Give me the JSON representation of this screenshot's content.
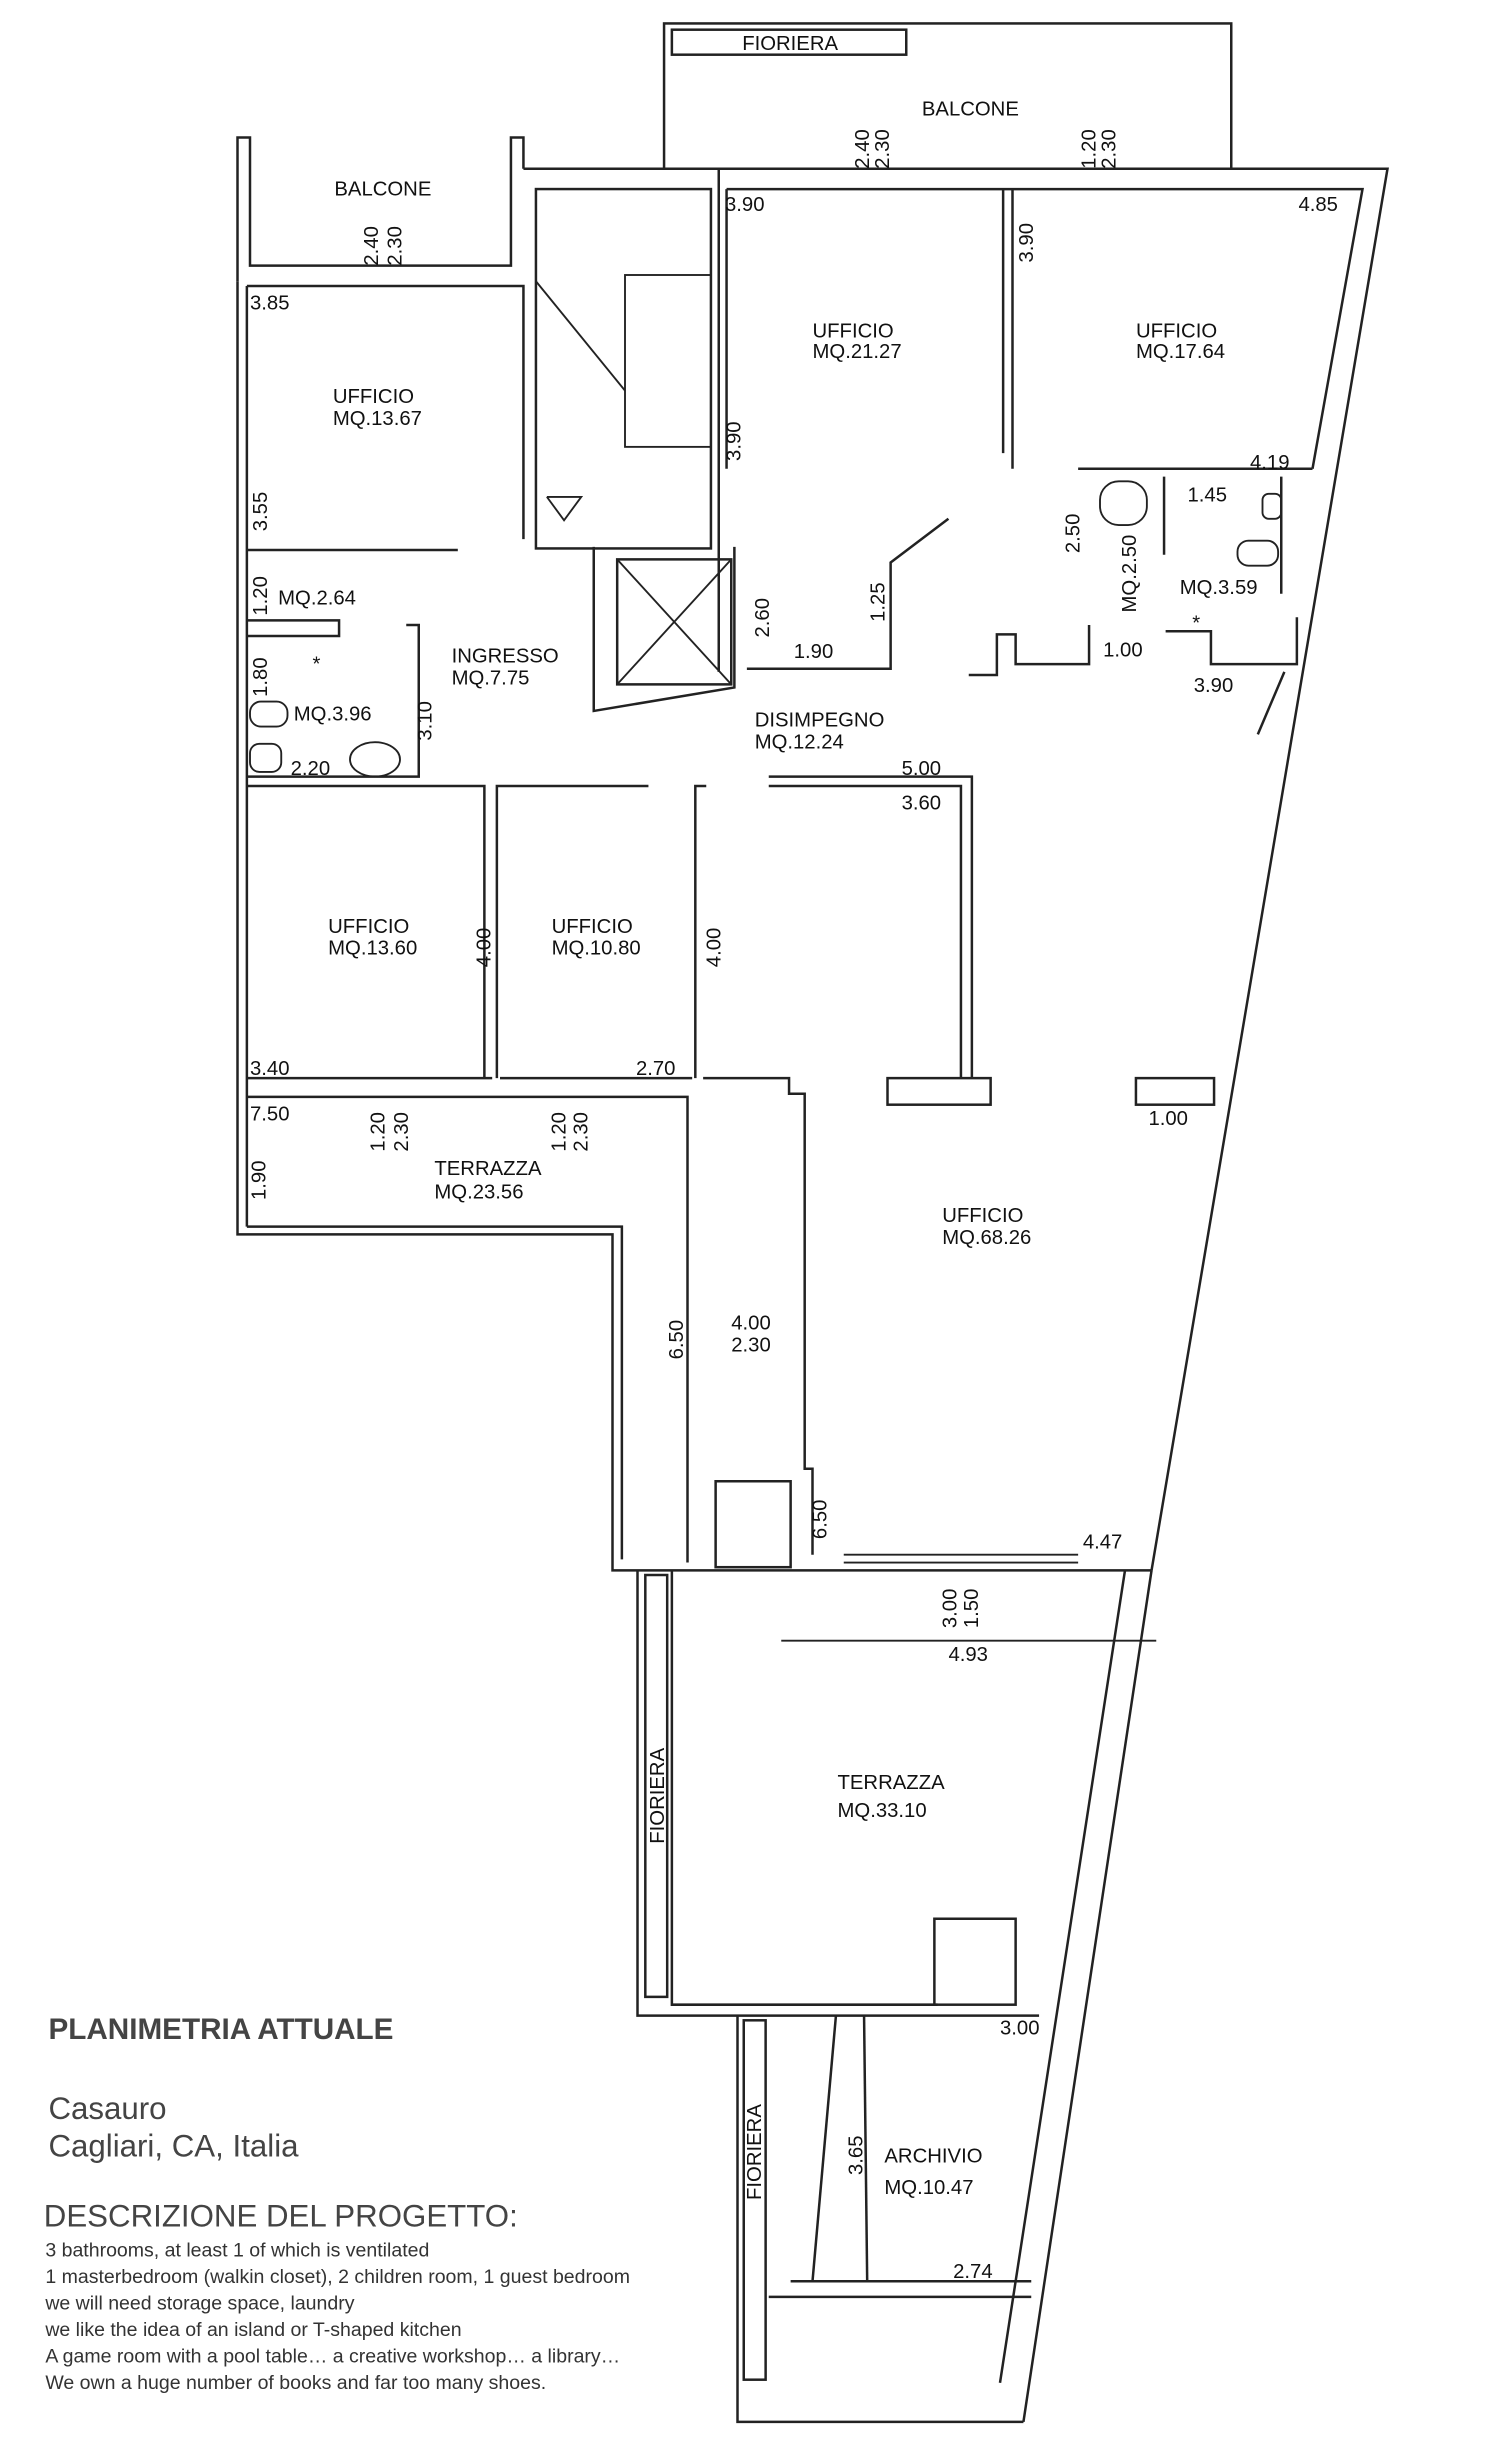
{
  "title": "PLANIMETRIA ATTUALE",
  "location": {
    "name": "Casauro",
    "address": "Cagliari, CA, Italia"
  },
  "description": {
    "heading": "DESCRIZIONE DEL PROGETTO:",
    "lines": [
      "3 bathrooms, at least 1 of which is ventilated",
      "1 masterbedroom (walkin closet), 2 children room, 1 guest bedroom",
      "we will need storage space, laundry",
      "we like the idea of an island or T-shaped kitchen",
      "A game room with a pool table… a creative workshop… a library…",
      "We own a huge number of books and far too many shoes."
    ]
  },
  "rooms": {
    "fioriera_top": "FIORIERA",
    "balcone_top": "BALCONE",
    "balcone_left": "BALCONE",
    "ufficio_a": [
      "UFFICIO",
      "MQ.21.27"
    ],
    "ufficio_b": [
      "UFFICIO",
      "MQ.17.64"
    ],
    "ufficio_c": [
      "UFFICIO",
      "MQ.13.67"
    ],
    "bath_a": "MQ.2.50",
    "bath_b": "MQ.3.59",
    "bath_c": "MQ.2.64",
    "bath_d": "MQ.3.96",
    "ingresso": [
      "INGRESSO",
      "MQ.7.75"
    ],
    "disimpegno": [
      "DISIMPEGNO",
      "MQ.12.24"
    ],
    "ufficio_d": [
      "UFFICIO",
      "MQ.13.60"
    ],
    "ufficio_e": [
      "UFFICIO",
      "MQ.10.80"
    ],
    "terrazza_a": [
      "TERRAZZA",
      "MQ.23.56"
    ],
    "ufficio_f": [
      "UFFICIO",
      "MQ.68.26"
    ],
    "terrazza_b": [
      "TERRAZZA",
      "MQ.33.10"
    ],
    "fioriera_mid": "FIORIERA",
    "fioriera_low": "FIORIERA",
    "archivio": [
      "ARCHIVIO",
      "MQ.10.47"
    ],
    "ventilated_mark": "*"
  },
  "dimensions": [
    "2.40",
    "2.30",
    "1.20",
    "2.30",
    "2.40",
    "2.30",
    "3.90",
    "3.90",
    "4.85",
    "3.85",
    "3.55",
    "3.90",
    "4.19",
    "1.45",
    "2.50",
    "1.20",
    "1.80",
    "2.20",
    "3.10",
    "2.60",
    "1.25",
    "1.90",
    "1.00",
    "3.90",
    "5.00",
    "3.60",
    "4.00",
    "4.00",
    "3.40",
    "2.70",
    "7.50",
    "1.20",
    "2.30",
    "1.20",
    "2.30",
    "1.90",
    "1.00",
    "6.50",
    "4.00",
    "2.30",
    "6.50",
    "4.47",
    "3.00",
    "1.50",
    "4.93",
    "3.00",
    "3.65",
    "2.74"
  ]
}
